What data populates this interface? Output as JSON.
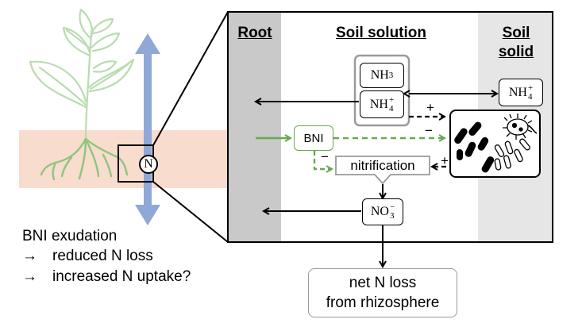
{
  "columns": {
    "root": "Root",
    "solution": "Soil solution",
    "solid_line1": "Soil",
    "solid_line2": "solid"
  },
  "chem": {
    "nh3_base": "NH",
    "nh3_sub": "3",
    "nh4_base": "NH",
    "nh4_sub": "4",
    "nh4_sup": "+",
    "nh4_solid_base": "NH",
    "nh4_solid_sub": "4",
    "nh4_solid_sup": "+",
    "no3_base": "NO",
    "no3_sub": "3",
    "no3_sup": "−"
  },
  "labels": {
    "bni": "BNI",
    "nitrification": "nitrification",
    "n_marker": "N",
    "plus_nh4": "+",
    "plus_microbes": "+",
    "minus_bni": "−",
    "minus_inhibit": "−"
  },
  "result": {
    "line1": "net N loss",
    "line2": "from rhizosphere"
  },
  "left_text": {
    "line1": "BNI exudation",
    "line2_arrow": "→",
    "line2": "reduced N loss",
    "line3_arrow": "→",
    "line3": "increased N uptake?"
  },
  "colors": {
    "green": "#6aa84f",
    "blue_arrow": "#8fa8d8",
    "soil_band": "#f8dccd",
    "root_column": "#c9c9c9",
    "solid_column": "#e6e6e6",
    "plant_outline": "#b9dcb0"
  }
}
